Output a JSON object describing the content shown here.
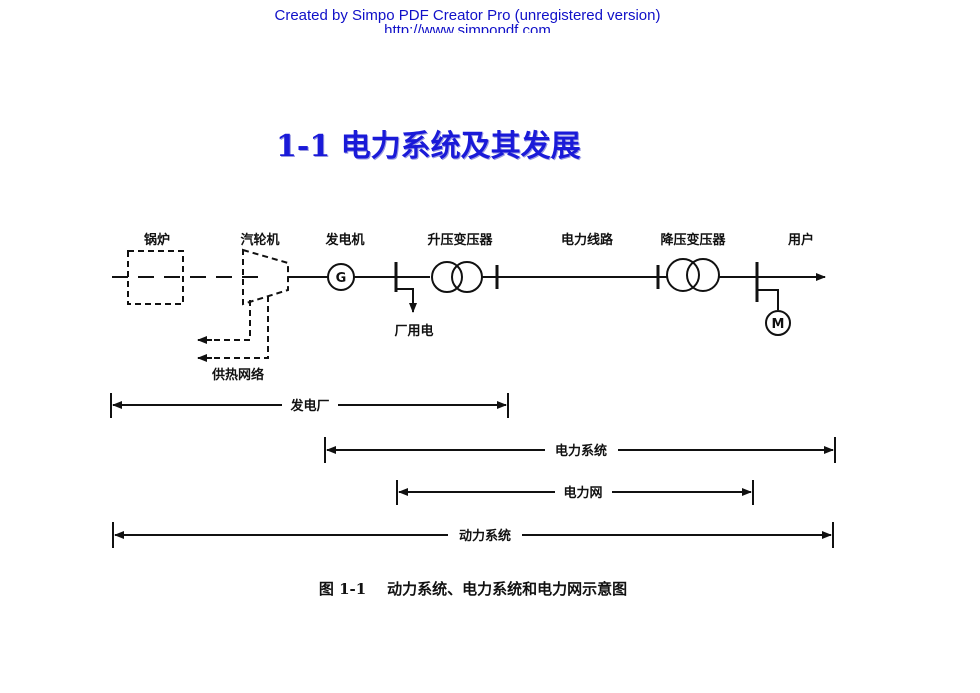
{
  "watermark": {
    "line1": "Created by Simpo PDF Creator Pro (unregistered version)",
    "line2": "http://www.simpopdf.com"
  },
  "title": "1-1  电力系统及其发展",
  "diagram": {
    "components": {
      "boiler": "锅炉",
      "turbine": "汽轮机",
      "generator": "发电机",
      "step_up_transformer": "升压变压器",
      "power_line": "电力线路",
      "step_down_transformer": "降压变压器",
      "consumer": "用户"
    },
    "symbols": {
      "generator": "G",
      "motor": "M"
    },
    "auxiliary_power": "厂用电",
    "heat_supply_network": "供热网络",
    "ranges": {
      "power_plant": "发电厂",
      "electric_power_system": "电力系统",
      "power_network": "电力网",
      "dynamic_power_system": "动力系统"
    },
    "caption": "图 1-1    动力系统、电力系统和电力网示意图"
  }
}
